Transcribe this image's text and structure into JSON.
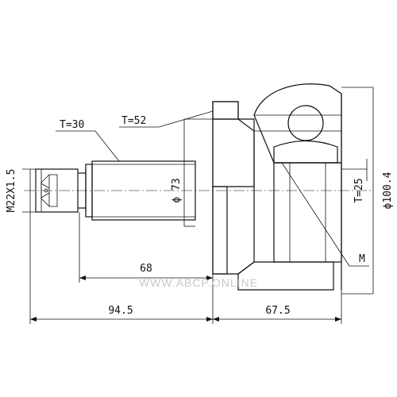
{
  "drawing": {
    "thread_spec": "M22X1.5",
    "wall_T30": "T=30",
    "wall_T52": "T=52",
    "shaft_diameter": "ϕ 73",
    "outer_diameter": "ϕ100.4",
    "inner_T25": "T=25",
    "marker_M": "M",
    "dim_68": "68",
    "dim_94_5": "94.5",
    "dim_67_5": "67.5"
  },
  "watermark": "WWW.ABCP.ONLINE"
}
